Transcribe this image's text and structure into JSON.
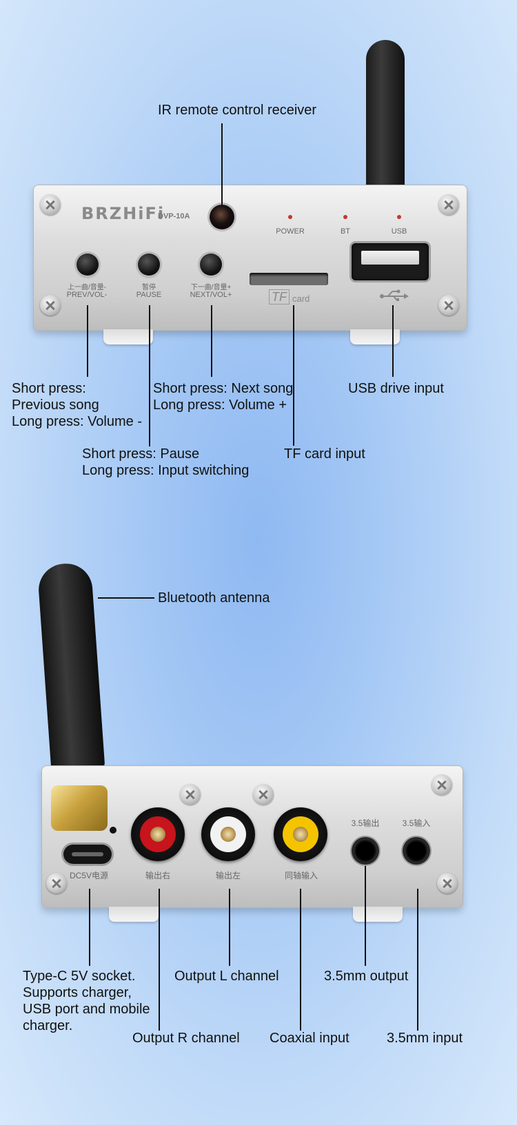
{
  "top_device": {
    "brand": "BRZHiFi",
    "model": "DVP-10A",
    "leds": [
      "POWER",
      "BT",
      "USB"
    ],
    "buttons": [
      {
        "cn": "上一曲/音量-",
        "en": "PREV/VOL-"
      },
      {
        "cn": "暂停",
        "en": "PAUSE"
      },
      {
        "cn": "下一曲/音量+",
        "en": "NEXT/VOL+"
      }
    ],
    "tf_logo": "TF",
    "tf_text": "card"
  },
  "top_labels": {
    "ir": "IR remote control receiver",
    "prev": [
      "Short press:",
      "Previous song",
      "Long press: Volume -"
    ],
    "next": [
      "Short press: Next song",
      "Long press: Volume +"
    ],
    "usb": "USB drive input",
    "pause": [
      "Short press: Pause",
      "Long press: Input switching"
    ],
    "tf": "TF card input"
  },
  "bottom_device": {
    "port_labels": [
      "DC5V电源",
      "输出右",
      "输出左",
      "同轴输入",
      "3.5输出",
      "3.5输入"
    ],
    "rca_colors": [
      "#c8141c",
      "#f2f2f2",
      "#f5c400"
    ]
  },
  "bottom_labels": {
    "antenna": "Bluetooth antenna",
    "typec": [
      "Type-C 5V socket.",
      "Supports charger,",
      "USB port and mobile",
      "charger."
    ],
    "out_l": "Output L channel",
    "out_35": "3.5mm output",
    "out_r": "Output R channel",
    "coax": "Coaxial input",
    "in_35": "3.5mm input"
  },
  "icons": [
    "usb-icon",
    "screw-icon"
  ]
}
